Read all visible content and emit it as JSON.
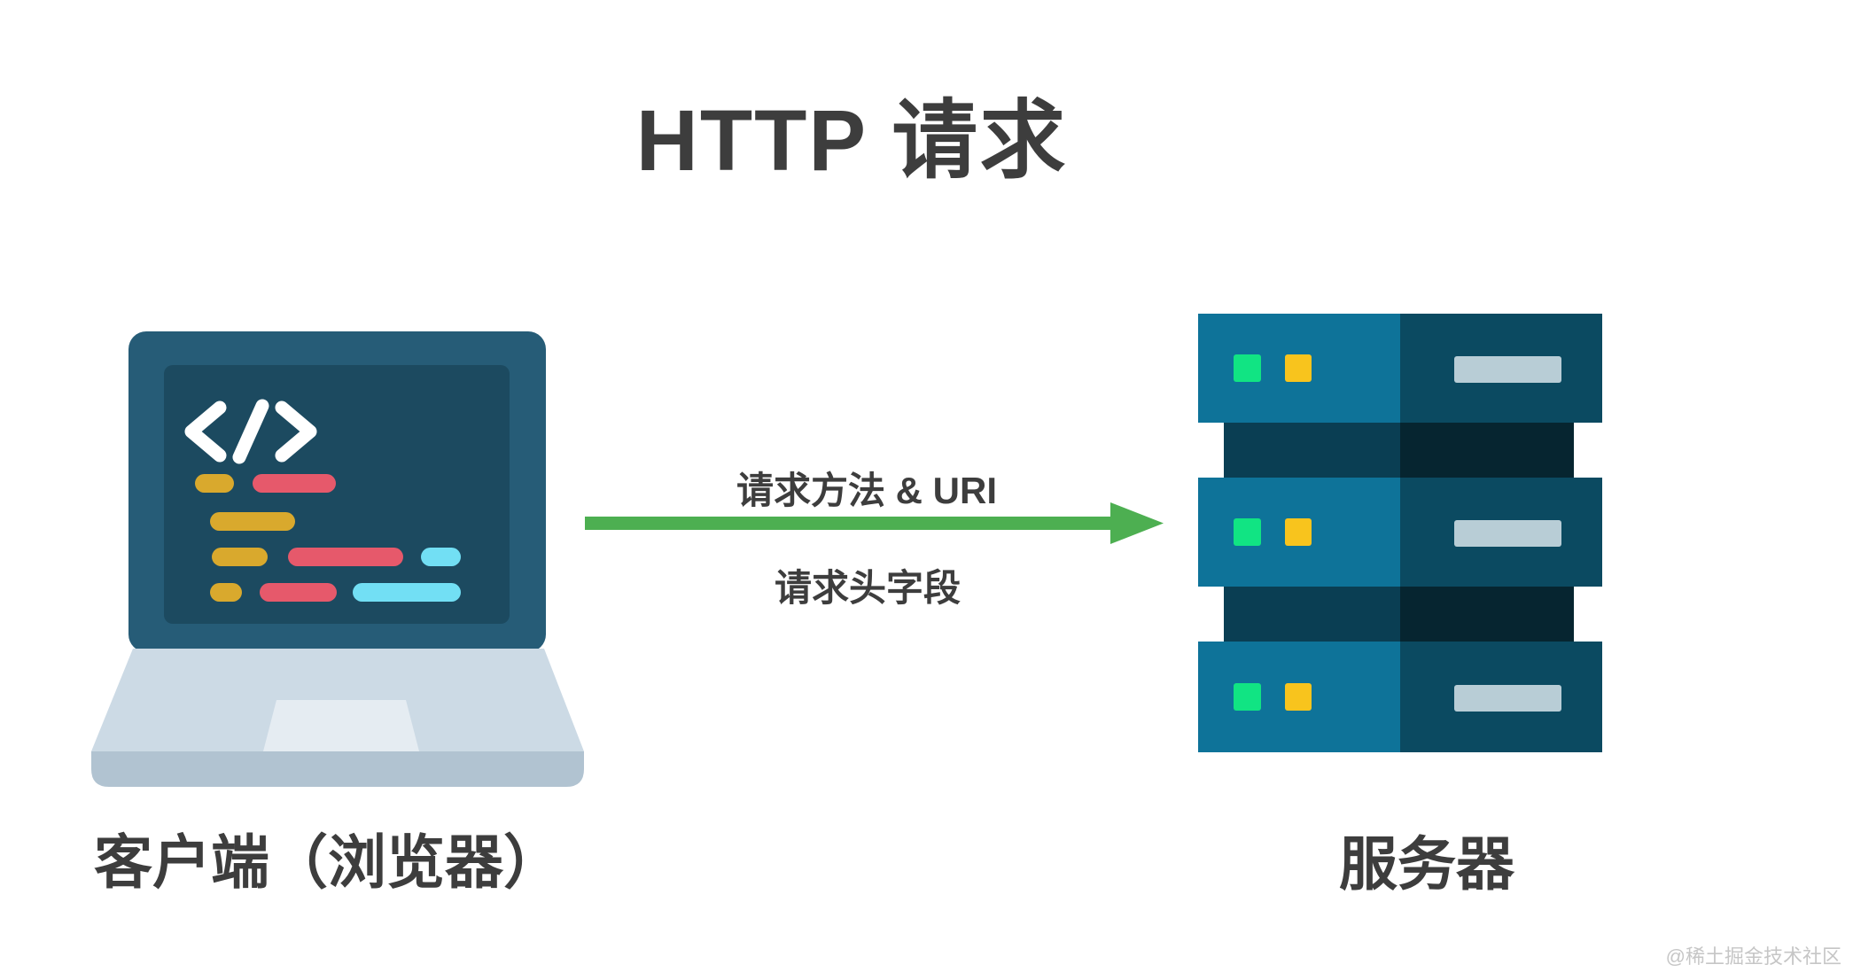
{
  "title": "HTTP 请求",
  "client": {
    "label": "客户端（浏览器）",
    "icon": "laptop-code-icon"
  },
  "server": {
    "label": "服务器",
    "icon": "server-rack-icon"
  },
  "arrow": {
    "direction": "client-to-server",
    "label_top": "请求方法 & URI",
    "label_bottom": "请求头字段"
  },
  "watermark": "@稀土掘金技术社区",
  "colors": {
    "text-dark": "#3d3d3d",
    "arrow-green": "#4daf51",
    "watermark-gray": "#c6c6c6",
    "laptop-frame": "#265c77",
    "laptop-screen": "#1c4a60",
    "laptop-deck": "#ccdae5",
    "laptop-trackpad": "#e5ecf2",
    "laptop-base": "#b1c3d1",
    "code-yellow": "#d9a92d",
    "code-red": "#e6596b",
    "code-cyan": "#72dff4",
    "server-front": "#0e7399",
    "server-side": "#0b4a61",
    "server-gap-front": "#0a3e53",
    "server-gap-side": "#062530",
    "led-green": "#11e483",
    "led-yellow": "#f8c41d",
    "server-vent": "#b8cdd6"
  }
}
